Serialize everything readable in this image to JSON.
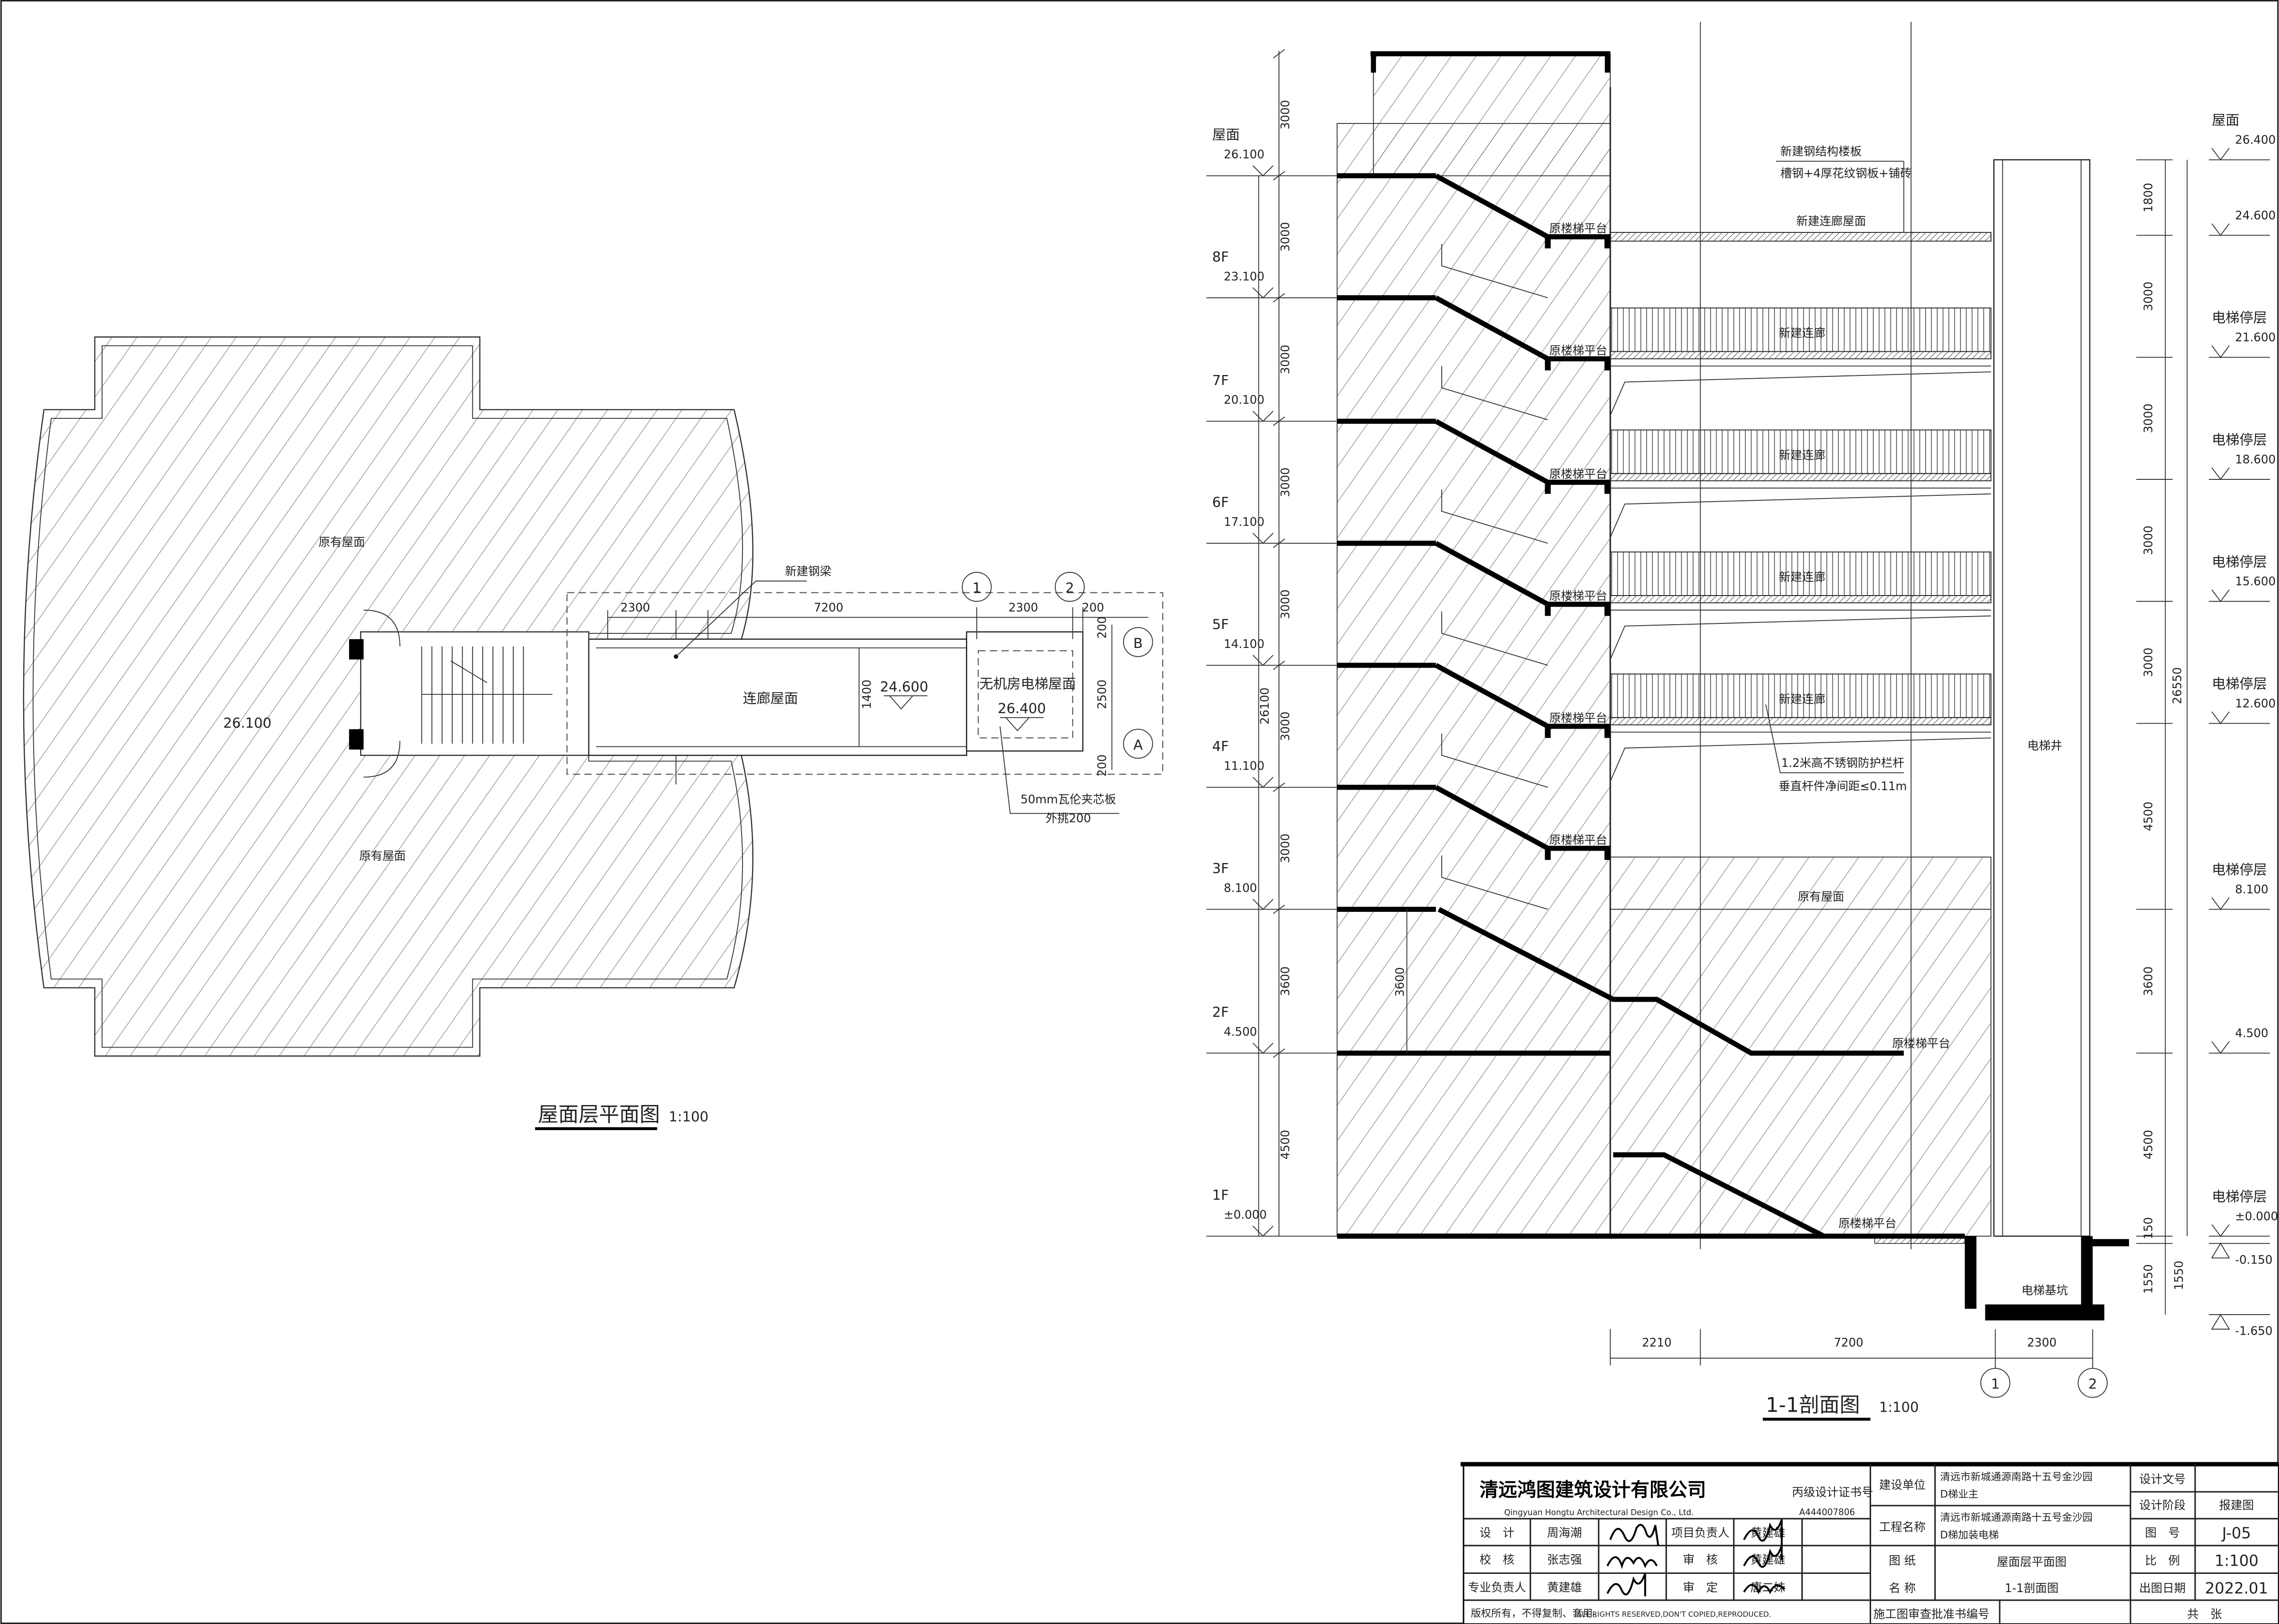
{
  "plan": {
    "title": "屋面层平面图",
    "scale": "1:100",
    "existing_roof_top": "原有屋面",
    "existing_roof_bottom": "原有屋面",
    "roof_elev": "26.100",
    "steel_beam": "新建钢梁",
    "corridor_roof": "连廊屋面",
    "corridor_elev": "24.600",
    "corridor_width": "1400",
    "elevator_roof": "无机房电梯屋面",
    "elevator_elev": "26.400",
    "panel_note": "50mm瓦伦夹芯板",
    "panel_note2": "外挑200",
    "dims_h": [
      "2300",
      "7200",
      "2300",
      "200"
    ],
    "dims_v": [
      "200",
      "2500",
      "200"
    ],
    "axes": [
      "1",
      "2",
      "B",
      "A"
    ]
  },
  "section": {
    "title": "1-1剖面图",
    "scale": "1:100",
    "floors": [
      {
        "name": "屋面",
        "elev": "26.100"
      },
      {
        "name": "8F",
        "elev": "23.100"
      },
      {
        "name": "7F",
        "elev": "20.100"
      },
      {
        "name": "6F",
        "elev": "17.100"
      },
      {
        "name": "5F",
        "elev": "14.100"
      },
      {
        "name": "4F",
        "elev": "11.100"
      },
      {
        "name": "3F",
        "elev": "8.100"
      },
      {
        "name": "2F",
        "elev": "4.500"
      },
      {
        "name": "1F",
        "elev": "±0.000"
      }
    ],
    "left_dims": [
      "3000",
      "3000",
      "3000",
      "3000",
      "3000",
      "3000",
      "3000",
      "3600",
      "4500"
    ],
    "left_total": "26100",
    "stair_3600": "3600",
    "right_dims": [
      "1800",
      "3000",
      "3000",
      "3000",
      "3000",
      "4500",
      "3600",
      "4500",
      "150",
      "1550"
    ],
    "right_dim_extra": "1550",
    "right_total": "26550",
    "right_levels": [
      {
        "name": "屋面",
        "elev": "26.400"
      },
      {
        "name": "",
        "elev": "24.600"
      },
      {
        "name": "电梯停层",
        "elev": "21.600"
      },
      {
        "name": "电梯停层",
        "elev": "18.600"
      },
      {
        "name": "电梯停层",
        "elev": "15.600"
      },
      {
        "name": "电梯停层",
        "elev": "12.600"
      },
      {
        "name": "电梯停层",
        "elev": "8.100"
      },
      {
        "name": "",
        "elev": "4.500"
      },
      {
        "name": "电梯停层",
        "elev": "±0.000"
      },
      {
        "name": "",
        "elev": "-0.150"
      },
      {
        "name": "",
        "elev": "-1.650"
      }
    ],
    "note_slab": "新建钢结构楼板",
    "note_slab2": "槽钢+4厚花纹钢板+铺砖",
    "note_corridor_roof": "新建连廊屋面",
    "corridor_label": "新建连廊",
    "landing_label": "原楼梯平台",
    "existing_roof": "原有屋面",
    "railing_note": "1.2米高不锈钢防护栏杆",
    "railing_note2": "垂直杆件净间距≤0.11m",
    "shaft": "电梯井",
    "pit": "电梯基坑",
    "bottom_dims": [
      "2210",
      "7200",
      "2300"
    ],
    "axes": [
      "1",
      "2"
    ]
  },
  "titleblock": {
    "company": "清远鸿图建筑设计有限公司",
    "company_en": "Qingyuan  Hongtu Architectural Design Co., Ltd.",
    "cert_label": "丙级设计证书号",
    "cert_no": "A444007806",
    "rows": [
      {
        "role": "设　计",
        "name": "周海潮",
        "role2": "项目负责人",
        "name2": "黄建雄"
      },
      {
        "role": "校　核",
        "name": "张志强",
        "role2": "审　核",
        "name2": "黄建雄"
      },
      {
        "role": "专业负责人",
        "name": "黄建雄",
        "role2": "审　定",
        "name2": "唐二妹"
      }
    ],
    "client_label": "建设单位",
    "client": "清远市新城通源南路十五号金沙园",
    "client2": "D梯业主",
    "project_label": "工程名称",
    "project": "清远市新城通源南路十五号金沙园",
    "project2": "D梯加装电梯",
    "drawing_label": "图 纸",
    "drawing_label2": "名 称",
    "drawing_name": "屋面层平面图",
    "drawing_name2": "1-1剖面图",
    "doc_no_label": "设计文号",
    "stage_label": "设计阶段",
    "stage": "报建图",
    "sheet_label": "图　号",
    "sheet": "J-05",
    "scale_label": "比　例",
    "scale": "1:100",
    "date_label": "出图日期",
    "date": "2022.01",
    "copyright": "版权所有，不得复制、套用。",
    "copyright_en": "ALL RIGHTS RESERVED,DON'T COPIED,REPRODUCED.",
    "approval_label": "施工图审查批准书编号",
    "total_label": "共　张"
  }
}
